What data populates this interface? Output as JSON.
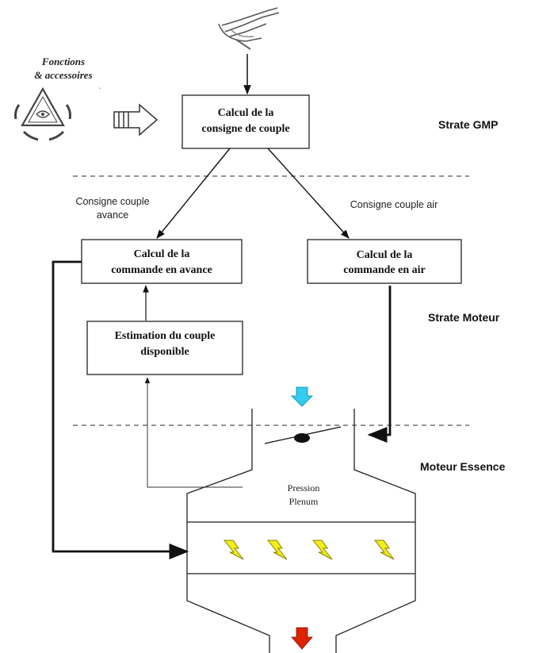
{
  "boxes": {
    "consigne": [
      "Calcul de la",
      "consigne de couple"
    ],
    "avance": [
      "Calcul de la",
      "commande en avance"
    ],
    "air": [
      "Calcul de la",
      "commande en air"
    ],
    "estimation": [
      "Estimation du couple",
      "disponible"
    ]
  },
  "labels": {
    "fonctions": [
      "Fonctions",
      "& accessoires"
    ],
    "consigne_avance": [
      "Consigne couple",
      "avance"
    ],
    "consigne_air": "Consigne couple air",
    "pression": [
      "Pression",
      "Plenum"
    ]
  },
  "strates": {
    "gmp": "Strate GMP",
    "moteur": "Strate Moteur",
    "essence": "Moteur Essence"
  },
  "colors": {
    "intake_arrow": "#33ccee",
    "exhaust_arrow": "#dd2200",
    "spark": "#f2ee1a"
  },
  "icons": [
    "pedal-foot-icon",
    "accessories-symbol-icon",
    "hollow-arrow-icon",
    "throttle-valve-icon",
    "spark-icon"
  ]
}
